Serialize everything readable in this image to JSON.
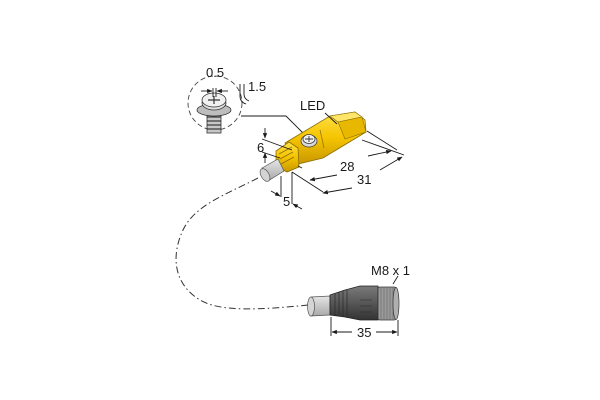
{
  "diagram": {
    "type": "technical dimension drawing",
    "subject": "Inductive sensor with cable and M8 connector",
    "colors": {
      "sensor_body": "#f5c400",
      "sensor_shadow": "#d8a400",
      "cable": "#c8c8c8",
      "connector_body": "#555555",
      "connector_ring": "#9a9a9a",
      "line": "#1a1a1a"
    },
    "labels": {
      "screw_slot_width": "0.5",
      "screw_torque_ref": "1.5",
      "led": "LED",
      "height": "6",
      "cable_offset": "5",
      "body_length_inner": "28",
      "body_length_total": "31",
      "connector_thread": "M8 x 1",
      "connector_length": "35"
    }
  }
}
